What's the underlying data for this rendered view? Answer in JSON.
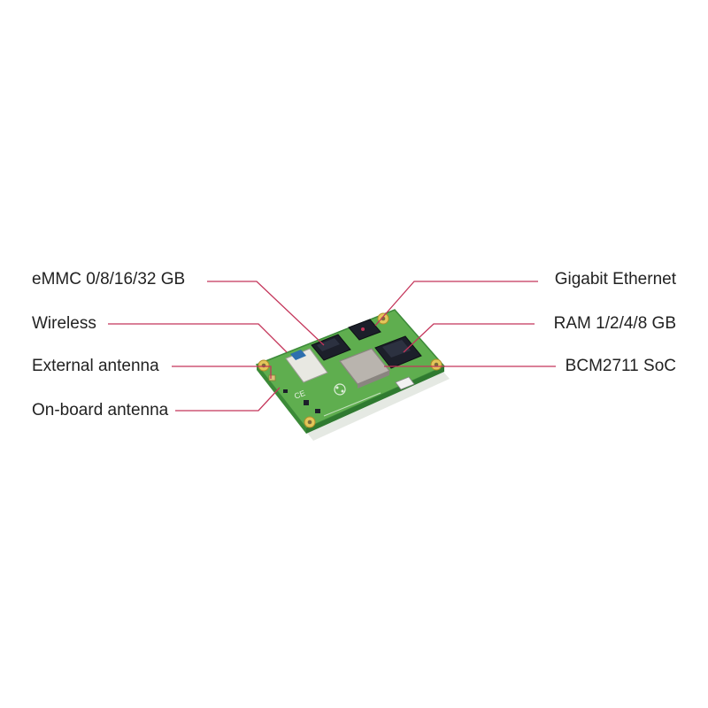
{
  "colors": {
    "background": "#ffffff",
    "leader": "#c4355a",
    "text": "#222222",
    "board": "#5fae4f",
    "board_dark": "#3d8a3a",
    "chip": "#1c1f2a",
    "shield": "#b9b4ae",
    "wifi_module": "#e8e8e2"
  },
  "labels": {
    "emmc": "eMMC 0/8/16/32 GB",
    "wireless": "Wireless",
    "external_antenna": "External antenna",
    "onboard_antenna": "On-board antenna",
    "gigabit_ethernet": "Gigabit Ethernet",
    "ram": "RAM 1/2/4/8 GB",
    "soc": "BCM2711 SoC"
  }
}
